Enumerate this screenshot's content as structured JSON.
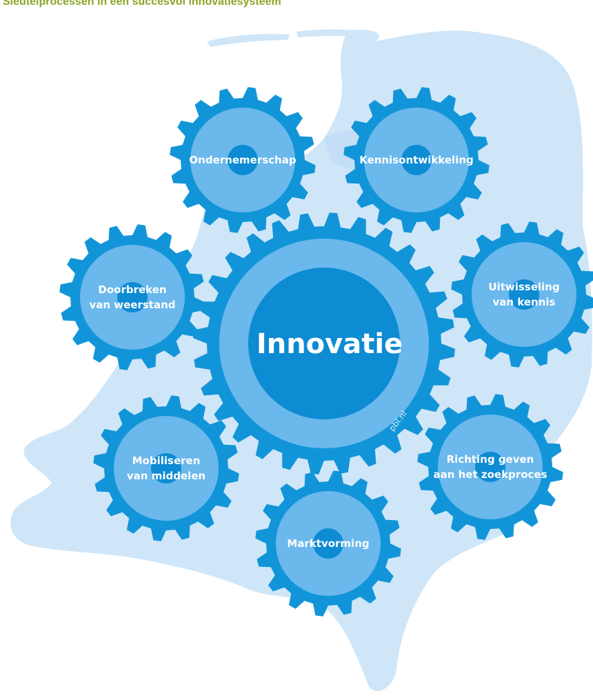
{
  "title": "Sleutelprocessen in een succesvol innovatiesysteem",
  "colors": {
    "title": "#8aa626",
    "map": "#cfe6f8",
    "gear_dark": "#1295d8",
    "gear_ring": "#6ab8ec",
    "gear_hub": "#0d8bd3",
    "text": "#ffffff"
  },
  "center": {
    "label": "Innovatie",
    "source": "pbl.nl"
  },
  "gears": [
    {
      "id": "ondernemerschap",
      "lines": [
        "Ondernemerschap"
      ]
    },
    {
      "id": "kennisontwikkeling",
      "lines": [
        "Kennisontwikkeling"
      ]
    },
    {
      "id": "doorbreken-van-weerstand",
      "lines": [
        "Doorbreken",
        "van weerstand"
      ]
    },
    {
      "id": "uitwisseling-van-kennis",
      "lines": [
        "Uitwisseling",
        "van kennis"
      ]
    },
    {
      "id": "mobiliseren-van-middelen",
      "lines": [
        "Mobiliseren",
        "van middelen"
      ]
    },
    {
      "id": "richting-geven",
      "lines": [
        "Richting geven",
        "aan het zoekproces"
      ]
    },
    {
      "id": "marktvorming",
      "lines": [
        "Marktvorming"
      ]
    }
  ]
}
